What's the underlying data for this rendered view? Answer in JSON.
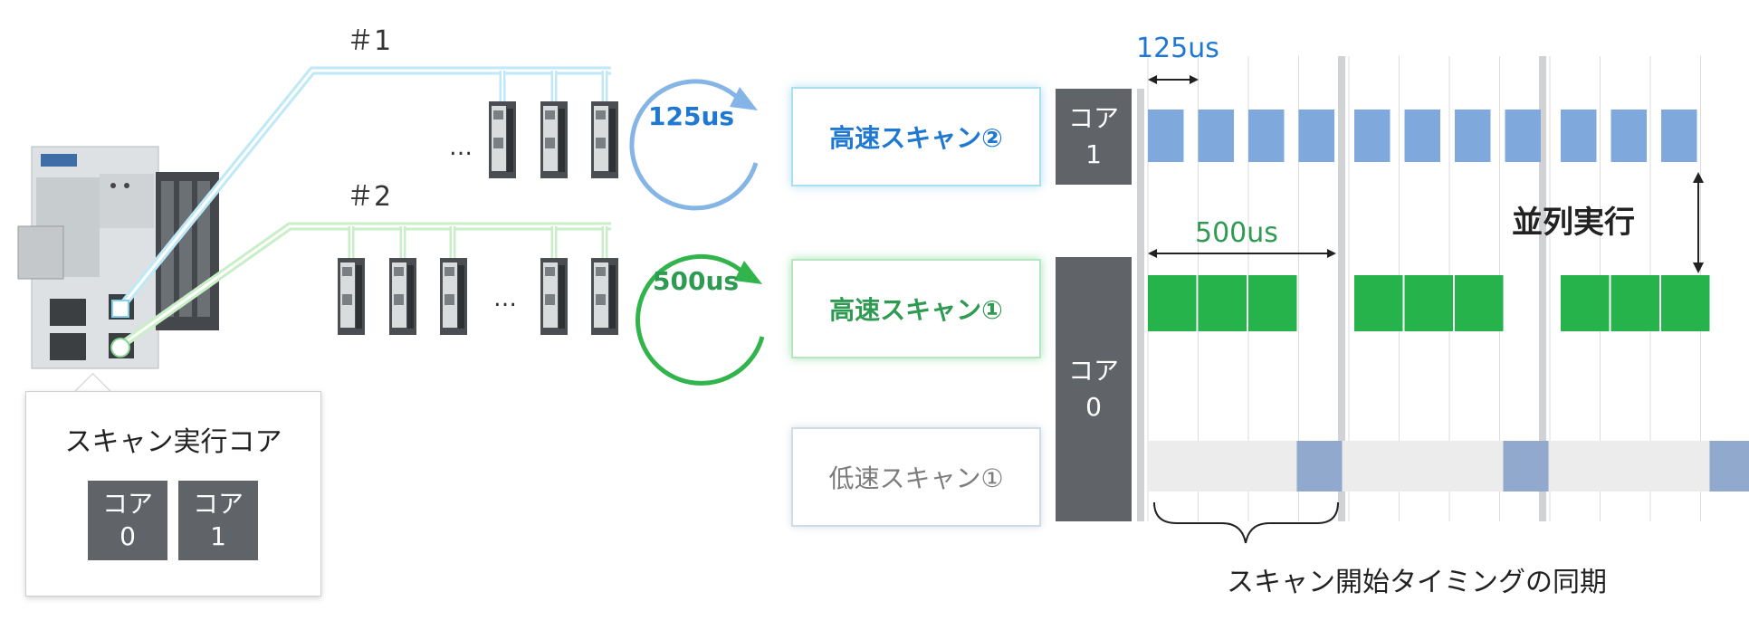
{
  "networks": {
    "n1": "＃1",
    "n2": "＃2"
  },
  "ellipsis": {
    "top": "…",
    "bottom": "…"
  },
  "cycles": {
    "c125": "125us",
    "c500": "500us"
  },
  "scan_boxes": {
    "high2": "高速スキャン②",
    "high1": "高速スキャン①",
    "low1": "低速スキャン①"
  },
  "cores": {
    "core1": {
      "line1": "コア",
      "line2": "1"
    },
    "core0": {
      "line1": "コア",
      "line2": "0"
    }
  },
  "timing": {
    "period_small": "125us",
    "period_large": "500us",
    "parallel": "並列実行",
    "sync": "スキャン開始タイミングの同期"
  },
  "legend": {
    "title": "スキャン実行コア",
    "core0": {
      "line1": "コア",
      "line2": "0"
    },
    "core1": {
      "line1": "コア",
      "line2": "1"
    }
  },
  "colors": {
    "high2_bar": "#7fa9dc",
    "high1_bar": "#27b34b",
    "low_bar": "#90a9cc",
    "low_track": "#ececec",
    "core_box": "#606368",
    "blue_text": "#1f78d1",
    "green_text": "#2e9a52"
  }
}
